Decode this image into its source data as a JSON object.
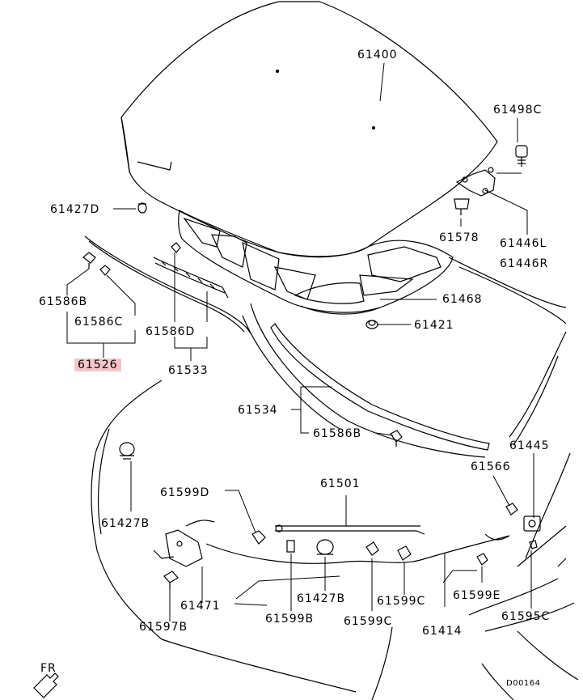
{
  "labels": {
    "p61400": "61400",
    "p61498c": "61498C",
    "p61427d": "61427D",
    "p61578": "61578",
    "p61446l": "61446L",
    "p61446r": "61446R",
    "p61586b_left": "61586B",
    "p61586c": "61586C",
    "p61526": "61526",
    "p61586d": "61586D",
    "p61533": "61533",
    "p61468": "61468",
    "p61421": "61421",
    "p61534": "61534",
    "p61586b_mid": "61586B",
    "p61445": "61445",
    "p61566": "61566",
    "p61501": "61501",
    "p61599d": "61599D",
    "p61427b_left": "61427B",
    "p61471": "61471",
    "p61427b_mid": "61427B",
    "p61599c_a": "61599C",
    "p61599e": "61599E",
    "p61599b": "61599B",
    "p61599c_b": "61599C",
    "p61414": "61414",
    "p61595c": "61595C",
    "p61597b": "61597B",
    "fr": "FR",
    "diagram_id": "D00164"
  },
  "colors": {
    "line": "#000000",
    "highlight": "#f6c4c8"
  }
}
